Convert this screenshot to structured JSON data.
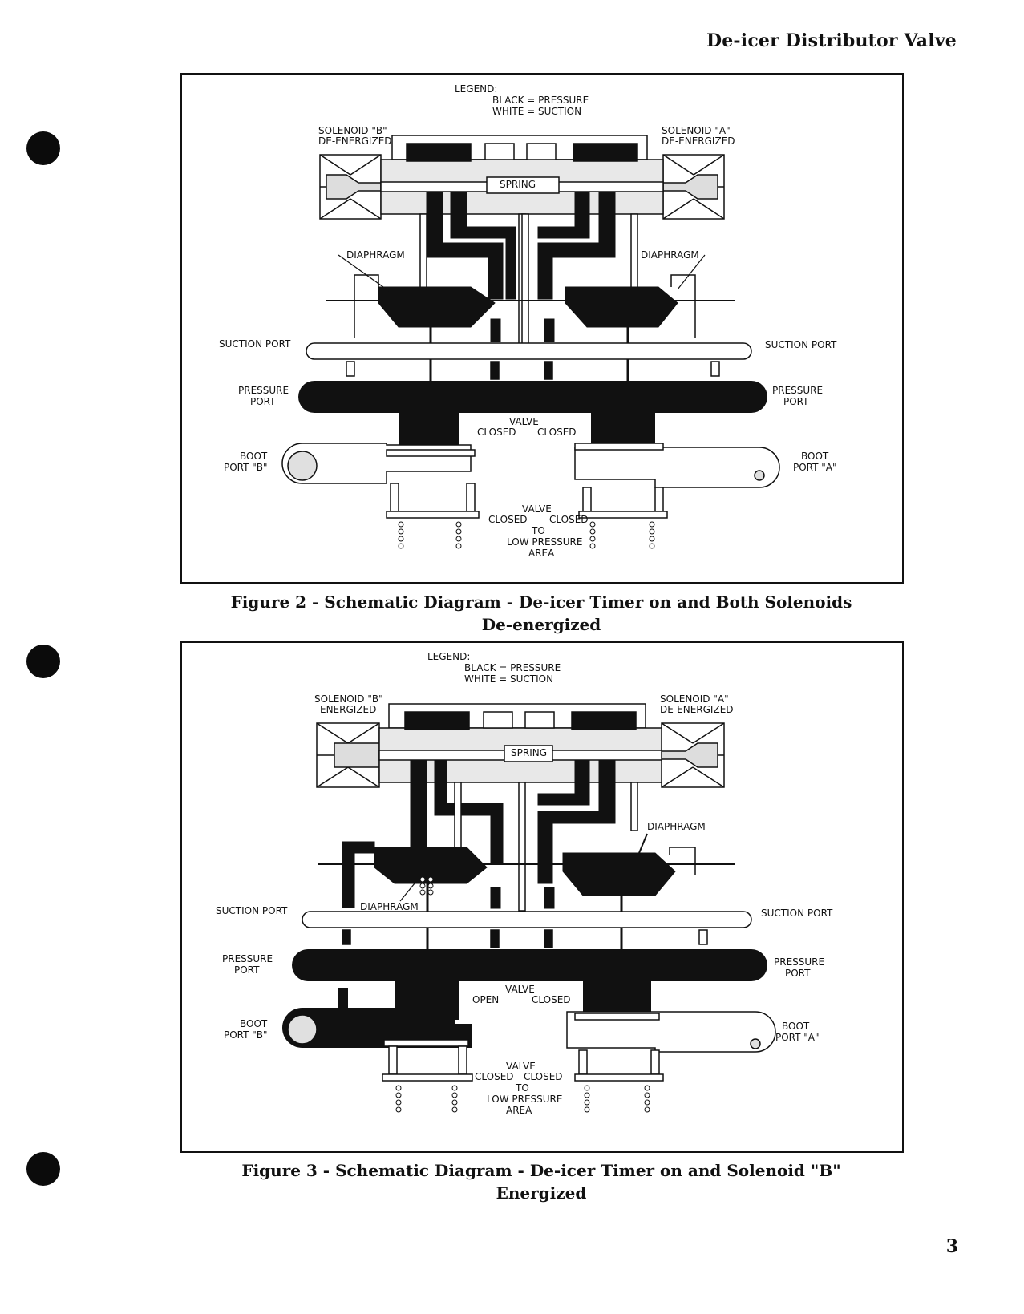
{
  "header": {
    "title": "De-icer Distributor Valve"
  },
  "page_number": "3",
  "figures": [
    {
      "caption_line1": "Figure 2 - Schematic Diagram - De-icer Timer on and Both Solenoids",
      "caption_line2": "De-energized",
      "legend": {
        "title": "LEGEND:",
        "black": "BLACK = PRESSURE",
        "white": "WHITE = SUCTION"
      },
      "solenoid_b": {
        "line1": "SOLENOID \"B\"",
        "line2": "DE-ENERGIZED"
      },
      "solenoid_a": {
        "line1": "SOLENOID \"A\"",
        "line2": "DE-ENERGIZED"
      },
      "spring": "SPRING",
      "diaphragm_left": "DIAPHRAGM",
      "diaphragm_right": "DIAPHRAGM",
      "suction_port_left": "SUCTION  PORT",
      "suction_port_right": "SUCTION  PORT",
      "pressure_port_left": {
        "line1": "PRESSURE",
        "line2": "PORT"
      },
      "pressure_port_right": {
        "line1": "PRESSURE",
        "line2": "PORT"
      },
      "boot_port_b": {
        "line1": "BOOT",
        "line2": "PORT \"B\""
      },
      "boot_port_a": {
        "line1": "BOOT",
        "line2": "PORT \"A\""
      },
      "upper_valve": {
        "title": "VALVE",
        "left": "CLOSED",
        "right": "CLOSED"
      },
      "lower_valve": {
        "title": "VALVE",
        "left": "CLOSED",
        "right": "CLOSED"
      },
      "low_pressure": {
        "line1": "TO",
        "line2": "LOW PRESSURE",
        "line3": "AREA"
      }
    },
    {
      "caption_line1": "Figure 3 - Schematic Diagram - De-icer Timer on and Solenoid \"B\"",
      "caption_line2": "Energized",
      "legend": {
        "title": "LEGEND:",
        "black": "BLACK = PRESSURE",
        "white": "WHITE = SUCTION"
      },
      "solenoid_b": {
        "line1": "SOLENOID \"B\"",
        "line2": "ENERGIZED"
      },
      "solenoid_a": {
        "line1": "SOLENOID \"A\"",
        "line2": "DE-ENERGIZED"
      },
      "spring": "SPRING",
      "diaphragm_left": "DIAPHRAGM",
      "diaphragm_right": "DIAPHRAGM",
      "suction_port_left": "SUCTION PORT",
      "suction_port_right": "SUCTION  PORT",
      "pressure_port_left": {
        "line1": "PRESSURE",
        "line2": "PORT"
      },
      "pressure_port_right": {
        "line1": "PRESSURE",
        "line2": "PORT"
      },
      "boot_port_b": {
        "line1": "BOOT",
        "line2": "PORT \"B\""
      },
      "boot_port_a": {
        "line1": "BOOT",
        "line2": "PORT \"A\""
      },
      "upper_valve": {
        "title": "VALVE",
        "left": "OPEN",
        "right": "CLOSED"
      },
      "lower_valve": {
        "title": "VALVE",
        "left": "CLOSED",
        "right": "CLOSED"
      },
      "low_pressure": {
        "line1": "TO",
        "line2": "LOW PRESSURE",
        "line3": "AREA"
      }
    }
  ]
}
